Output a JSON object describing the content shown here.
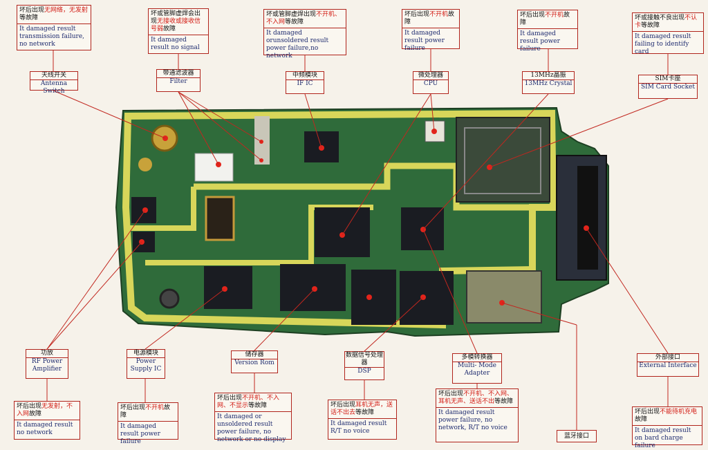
{
  "colors": {
    "board_green": "#2f6b3a",
    "board_trace_yellow": "#d8d65a",
    "chip_black": "#1a1c22",
    "leader_red": "#c1271f",
    "box_border": "#b0231b",
    "fault_red_text": "#d21a12",
    "english_text": "#1d2a6e"
  },
  "components": {
    "antenna_switch": {
      "zh": "天线开关",
      "en": "Antenna Switch"
    },
    "filter": {
      "zh": "带通滤波器",
      "en": "Filter"
    },
    "if_ic": {
      "zh": "中频模块",
      "en": "IF IC"
    },
    "cpu": {
      "zh": "微处理器",
      "en": "CPU"
    },
    "crystal": {
      "zh": "13MHz晶振",
      "en": "13MHz Crystal"
    },
    "sim": {
      "zh": "SIM卡座",
      "en": "SIM Card Socket"
    },
    "rf_amp": {
      "zh": "功放",
      "en": "RF Power Amplifier"
    },
    "power_ic": {
      "zh": "电源模块",
      "en": "Power Supply IC"
    },
    "version_rom": {
      "zh": "储存器",
      "en": "Version Rom"
    },
    "dsp": {
      "zh": "数据信号处理器",
      "en": "DSP"
    },
    "multimode": {
      "zh": "多模转换器",
      "en": "Multi- Mode Adapter"
    },
    "bluetooth": {
      "zh": "蓝牙接口"
    },
    "external": {
      "zh": "外部接口",
      "en": "External Interface"
    }
  },
  "faults": {
    "antenna_switch": {
      "zh_pre": "坏后出现",
      "zh_red": "无网络，无发射",
      "zh_post": "等故障",
      "en": "It damaged result transmission failure, no network"
    },
    "filter": {
      "zh_pre": "坏或管脚虚焊会出现",
      "zh_red": "无接收或接收信号弱",
      "zh_post": "故障",
      "en": "It damaged result no signal"
    },
    "if_ic": {
      "zh_pre": "坏或管脚虚焊出现",
      "zh_red": "不开机、不入网",
      "zh_post": "等故障",
      "en": "It damaged orunsoldered result power failure,no network"
    },
    "cpu": {
      "zh_pre": "坏后出现",
      "zh_red": "不开机",
      "zh_post": "故障",
      "en": "It damaged result power failure"
    },
    "crystal": {
      "zh_pre": "坏后出现",
      "zh_red": "不开机",
      "zh_post": "故障",
      "en": "It damaged result power failure"
    },
    "sim": {
      "zh_pre": "坏或接触不良出现",
      "zh_red": "不认卡",
      "zh_post": "等故障",
      "en": "It damaged result failing to identify card"
    },
    "rf_amp": {
      "zh_pre": "坏后出现",
      "zh_red": "无发射，不入网",
      "zh_post": "故障",
      "en": "It damaged result no network"
    },
    "power_ic": {
      "zh_pre": "坏后出现",
      "zh_red": "不开机",
      "zh_post": "故障",
      "en": "It damaged result power failure"
    },
    "version_rom": {
      "zh_pre": "坏后出现",
      "zh_red": "不开机、不入网、不显示",
      "zh_post": "等故障",
      "en": "It damaged or unsoldered result power failure, no network or no display"
    },
    "dsp": {
      "zh_pre": "坏后出现",
      "zh_red": "耳机无声，送话不出去",
      "zh_post": "等故障",
      "en": "It damaged result R/T no voice"
    },
    "multimode": {
      "zh_pre": "坏后出现",
      "zh_red": "不开机、不入网、耳机无声、送话不出",
      "zh_post": "等故障",
      "en": "It damaged result power failure, no network, R/T no voice"
    },
    "external": {
      "zh_pre": "坏后出现",
      "zh_red": "不能待机充电",
      "zh_post": "故障",
      "en": "It damaged result on bard charge failure"
    }
  }
}
